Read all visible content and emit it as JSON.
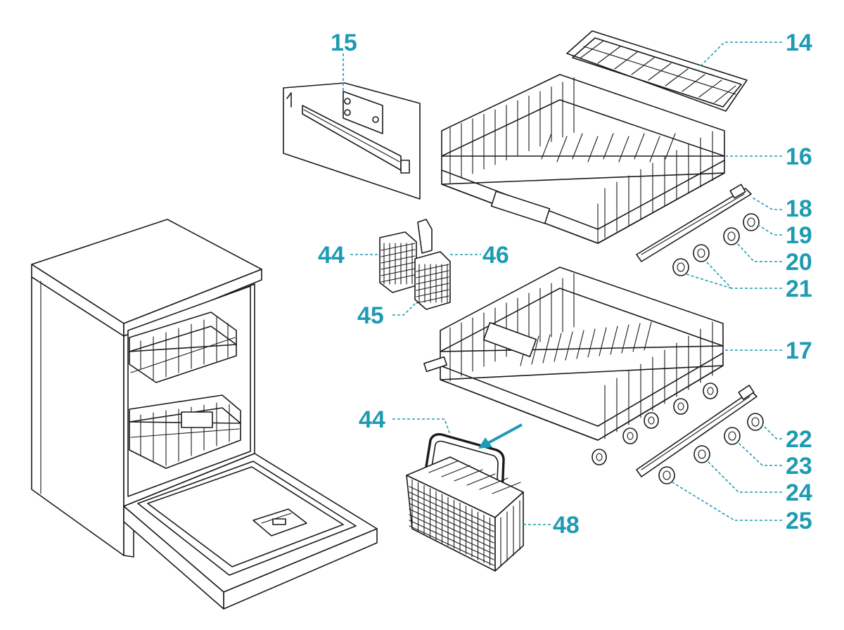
{
  "diagram": {
    "accent_color": "#1e9bb3",
    "callouts": [
      {
        "id": "c15",
        "text": "15"
      },
      {
        "id": "c14",
        "text": "14"
      },
      {
        "id": "c16",
        "text": "16"
      },
      {
        "id": "c18",
        "text": "18"
      },
      {
        "id": "c19",
        "text": "19"
      },
      {
        "id": "c20",
        "text": "20"
      },
      {
        "id": "c21",
        "text": "21"
      },
      {
        "id": "c44a",
        "text": "44"
      },
      {
        "id": "c46",
        "text": "46"
      },
      {
        "id": "c45",
        "text": "45"
      },
      {
        "id": "c17",
        "text": "17"
      },
      {
        "id": "c44b",
        "text": "44"
      },
      {
        "id": "c22",
        "text": "22"
      },
      {
        "id": "c23",
        "text": "23"
      },
      {
        "id": "c24",
        "text": "24"
      },
      {
        "id": "c48",
        "text": "48"
      },
      {
        "id": "c25",
        "text": "25"
      }
    ]
  }
}
